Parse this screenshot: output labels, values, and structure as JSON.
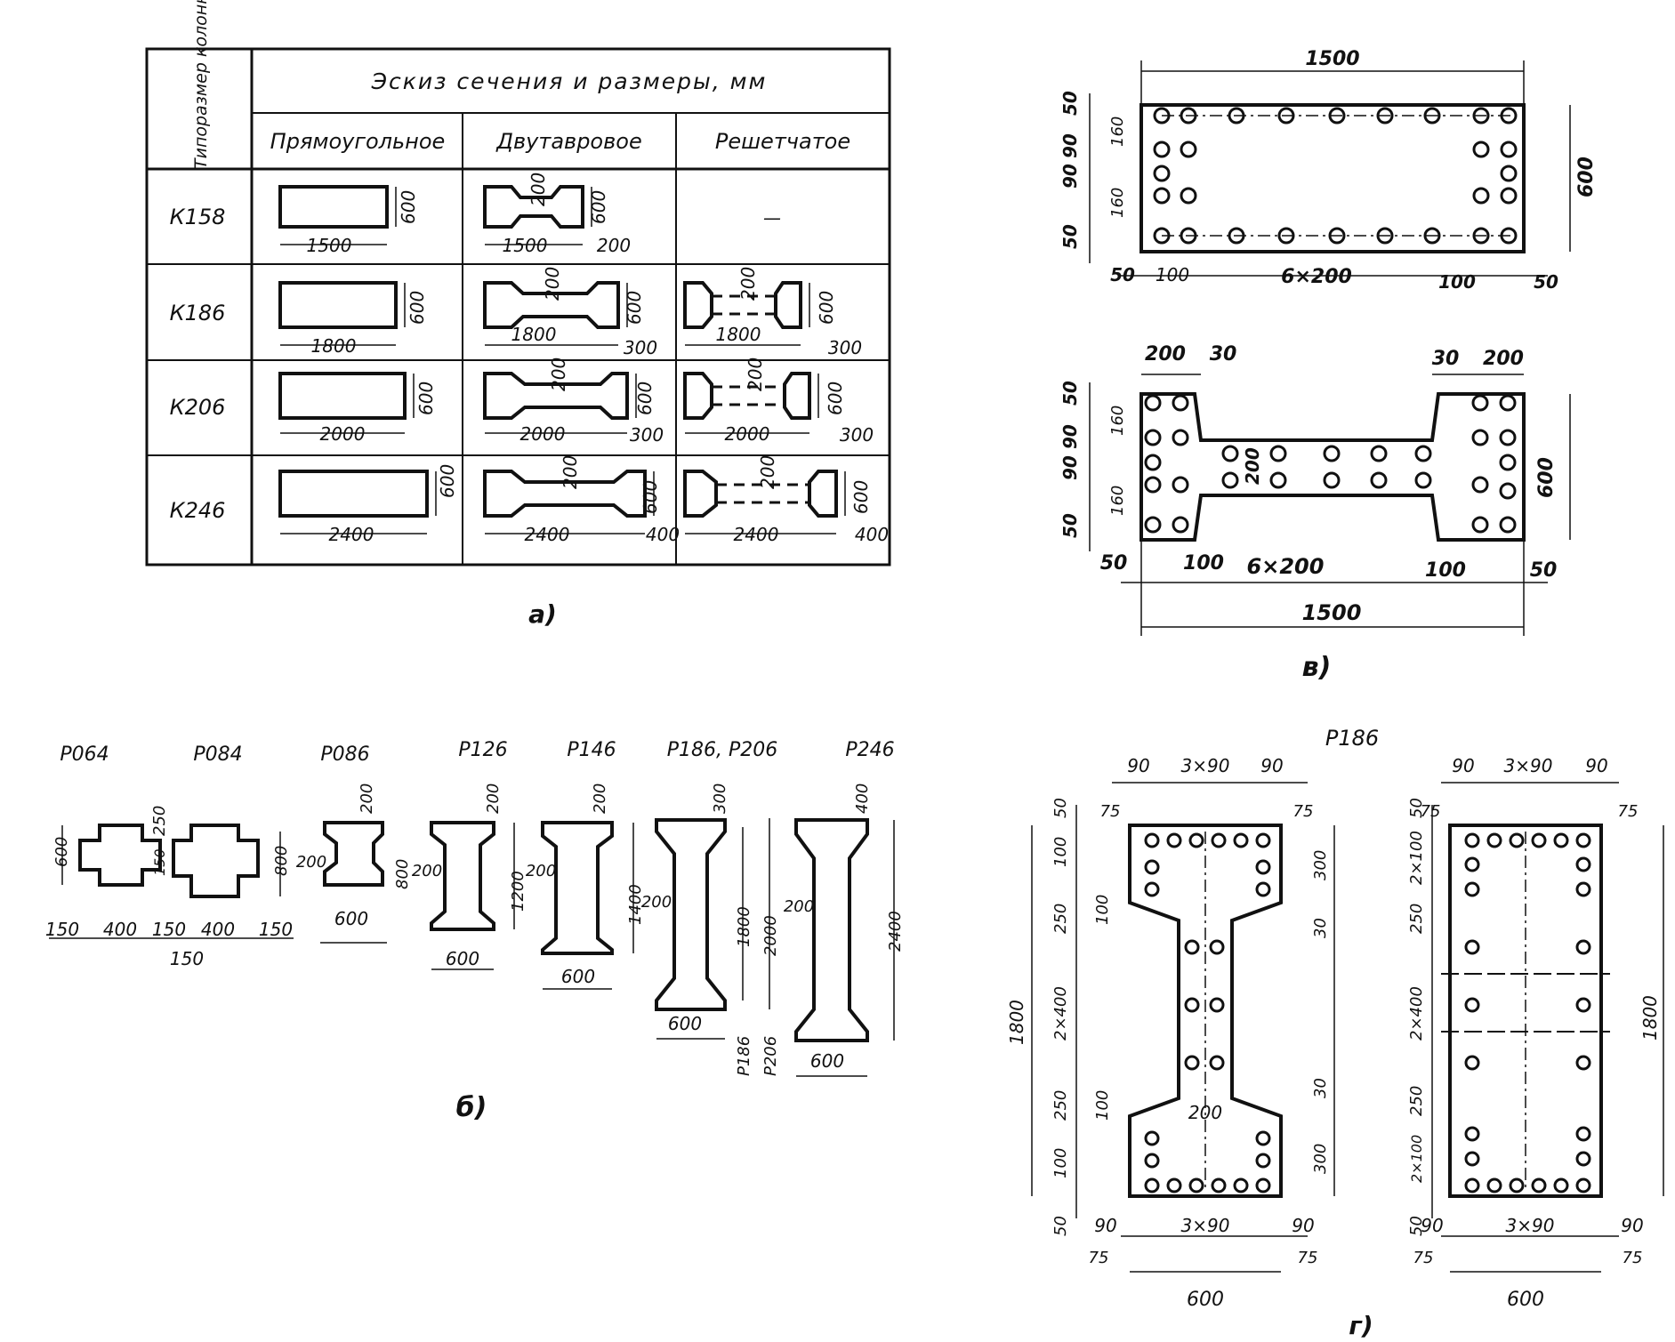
{
  "table_a": {
    "header_col1": "Типоразмер колонны",
    "header_main": "Эскиз сечения и размеры, мм",
    "col_rect": "Прямоугольное",
    "col_ibeam": "Двутавровое",
    "col_lattice": "Решетчатое",
    "rows": [
      {
        "name": "К158",
        "rect_w": "1500",
        "rect_h": "600",
        "ib_w": "1500",
        "ib_h": "600",
        "ib_web": "200",
        "ib_fl": "200",
        "lat_w": "—",
        "lat_h": "",
        "lat_web": "",
        "lat_fl": ""
      },
      {
        "name": "К186",
        "rect_w": "1800",
        "rect_h": "600",
        "ib_w": "1800",
        "ib_h": "600",
        "ib_web": "200",
        "ib_fl": "300",
        "lat_w": "1800",
        "lat_h": "600",
        "lat_web": "200",
        "lat_fl": "300"
      },
      {
        "name": "К206",
        "rect_w": "2000",
        "rect_h": "600",
        "ib_w": "2000",
        "ib_h": "600",
        "ib_web": "200",
        "ib_fl": "300",
        "lat_w": "2000",
        "lat_h": "600",
        "lat_web": "200",
        "lat_fl": "300"
      },
      {
        "name": "К246",
        "rect_w": "2400",
        "rect_h": "600",
        "ib_w": "2400",
        "ib_h": "600",
        "ib_web": "200",
        "ib_fl": "400",
        "lat_w": "2400",
        "lat_h": "600",
        "lat_web": "200",
        "lat_fl": "400"
      }
    ],
    "caption": "а)"
  },
  "panel_v": {
    "top": {
      "overall": "1500",
      "height": "600",
      "left": [
        "50",
        "90",
        "90",
        "50"
      ],
      "left_inner": [
        "160",
        "160"
      ],
      "bottom": [
        "50",
        "100",
        "6×200",
        "100",
        "50"
      ]
    },
    "bottom": {
      "overall": "1500",
      "height": "600",
      "top_dims": [
        "200",
        "30",
        "30",
        "200"
      ],
      "web": "200",
      "left": [
        "50",
        "90",
        "90",
        "50"
      ],
      "left_inner": [
        "160",
        "160"
      ],
      "bottom": [
        "50",
        "100",
        "6×200",
        "100",
        "50"
      ]
    },
    "caption": "в)"
  },
  "panel_b": {
    "labels": [
      "Р064",
      "Р084",
      "Р086",
      "Р126",
      "Р146",
      "Р186, Р206",
      "Р246"
    ],
    "dims_r064": [
      "600",
      "150",
      "250",
      "150",
      "400",
      "150",
      "400",
      "150",
      "800",
      "150"
    ],
    "dims_r086": [
      "200",
      "200",
      "800",
      "600"
    ],
    "dims_r126": [
      "200",
      "200",
      "1200",
      "600"
    ],
    "dims_r146": [
      "200",
      "200",
      "1400",
      "600"
    ],
    "dims_r186": [
      "300",
      "200",
      "1800",
      "2000",
      "600",
      "Р186",
      "Р206"
    ],
    "dims_r246": [
      "400",
      "200",
      "2400",
      "600"
    ],
    "caption": "б)"
  },
  "panel_g": {
    "title": "Р186",
    "left": {
      "top": [
        "90",
        "3×90",
        "90"
      ],
      "top75": [
        "75",
        "75"
      ],
      "side_left": [
        "50",
        "100",
        "250",
        "2×400",
        "250",
        "100",
        "50"
      ],
      "side_inner": [
        "100",
        "100"
      ],
      "overall": "1800",
      "right": [
        "300",
        "30",
        "30",
        "300"
      ],
      "web": "200",
      "bottom": [
        "90",
        "3×90",
        "90"
      ],
      "bottom75": [
        "75",
        "75"
      ],
      "width": "600"
    },
    "right": {
      "top": [
        "90",
        "3×90",
        "90"
      ],
      "top75": [
        "75",
        "75"
      ],
      "side_left": [
        "2×100",
        "50",
        "250",
        "2×400",
        "250",
        "2×100",
        "50"
      ],
      "overall": "1800",
      "bottom": [
        "90",
        "3×90",
        "90"
      ],
      "bottom75": [
        "75",
        "75"
      ],
      "width": "600"
    },
    "caption": "г)"
  }
}
